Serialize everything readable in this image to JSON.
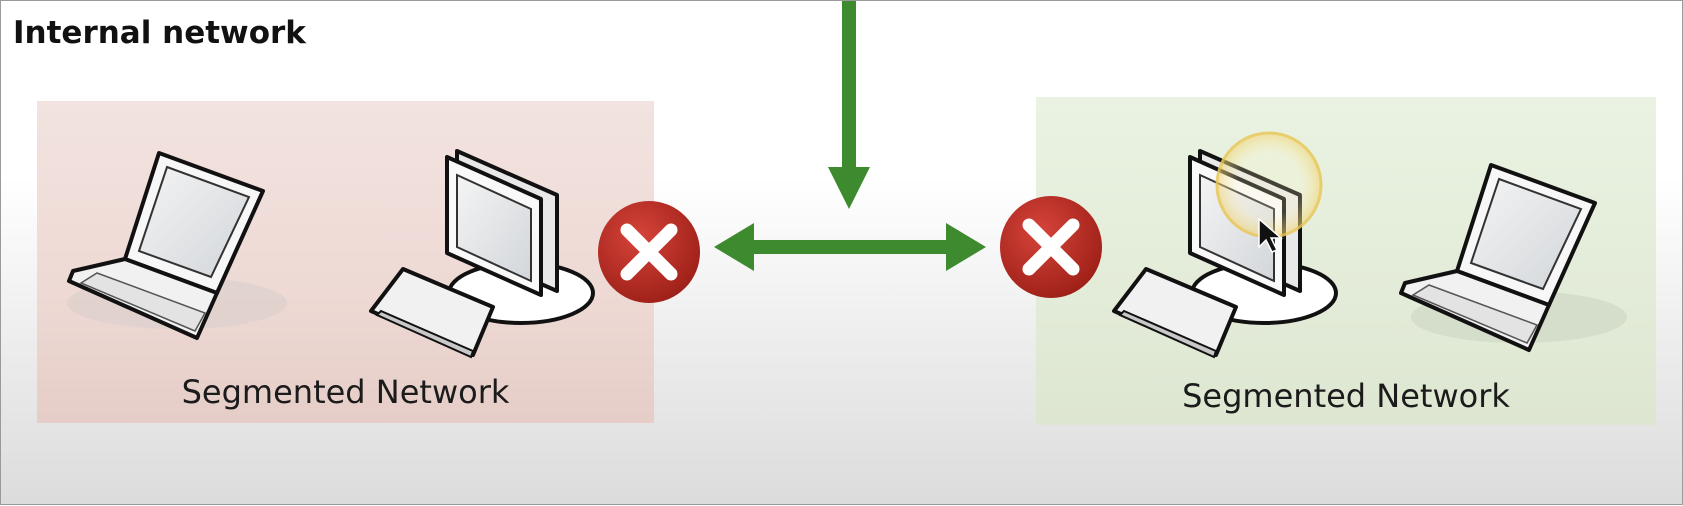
{
  "title": "Internal network",
  "segments": {
    "left": {
      "label": "Segmented Network"
    },
    "right": {
      "label": "Segmented Network"
    }
  },
  "icons": {
    "blocked": "x-circle-icon",
    "laptop": "laptop-icon",
    "desktop": "desktop-computer-icon",
    "arrow": "arrow-icon",
    "cursor": "mouse-cursor-icon"
  },
  "colors": {
    "arrow": "#3e8a2e",
    "blocked": "#b22a20",
    "left_segment": "#eed9d4",
    "right_segment": "#e3ecd8"
  }
}
